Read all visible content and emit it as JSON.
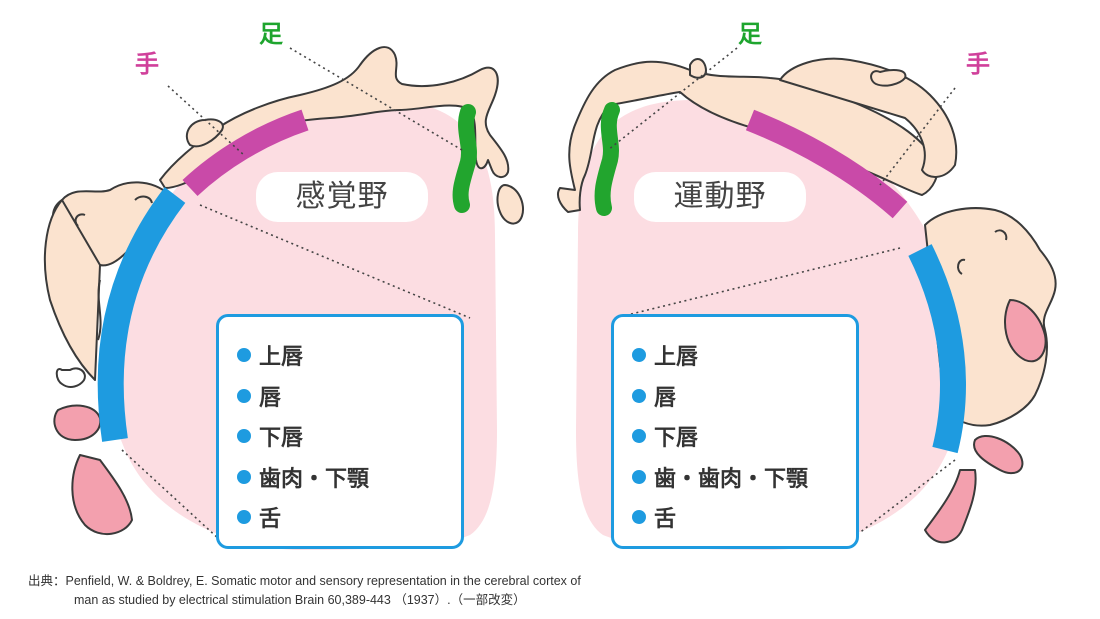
{
  "sensory": {
    "title": "感覚野",
    "hand_label": "手",
    "foot_label": "足",
    "regions": [
      "上唇",
      "唇",
      "下唇",
      "歯肉・下顎",
      "舌"
    ]
  },
  "motor": {
    "title": "運動野",
    "hand_label": "手",
    "foot_label": "足",
    "regions": [
      "上唇",
      "唇",
      "下唇",
      "歯・歯肉・下顎",
      "舌"
    ]
  },
  "colors": {
    "brain_fill": "#fcdde2",
    "hand_band": "#c94aa8",
    "foot_band": "#22a52e",
    "face_band": "#1e9be0",
    "skin": "#fbe3cf",
    "outline": "#3a3a3a",
    "hand_label": "#d0409b",
    "foot_label": "#1ea52e"
  },
  "source": {
    "prefix": "出典：",
    "line1": "Penfield, W. & Boldrey, E. Somatic motor and sensory representation in the cerebral cortex of",
    "line2": "man as studied by electrical stimulation Brain 60,389-443 （1937）.（一部改変）"
  }
}
